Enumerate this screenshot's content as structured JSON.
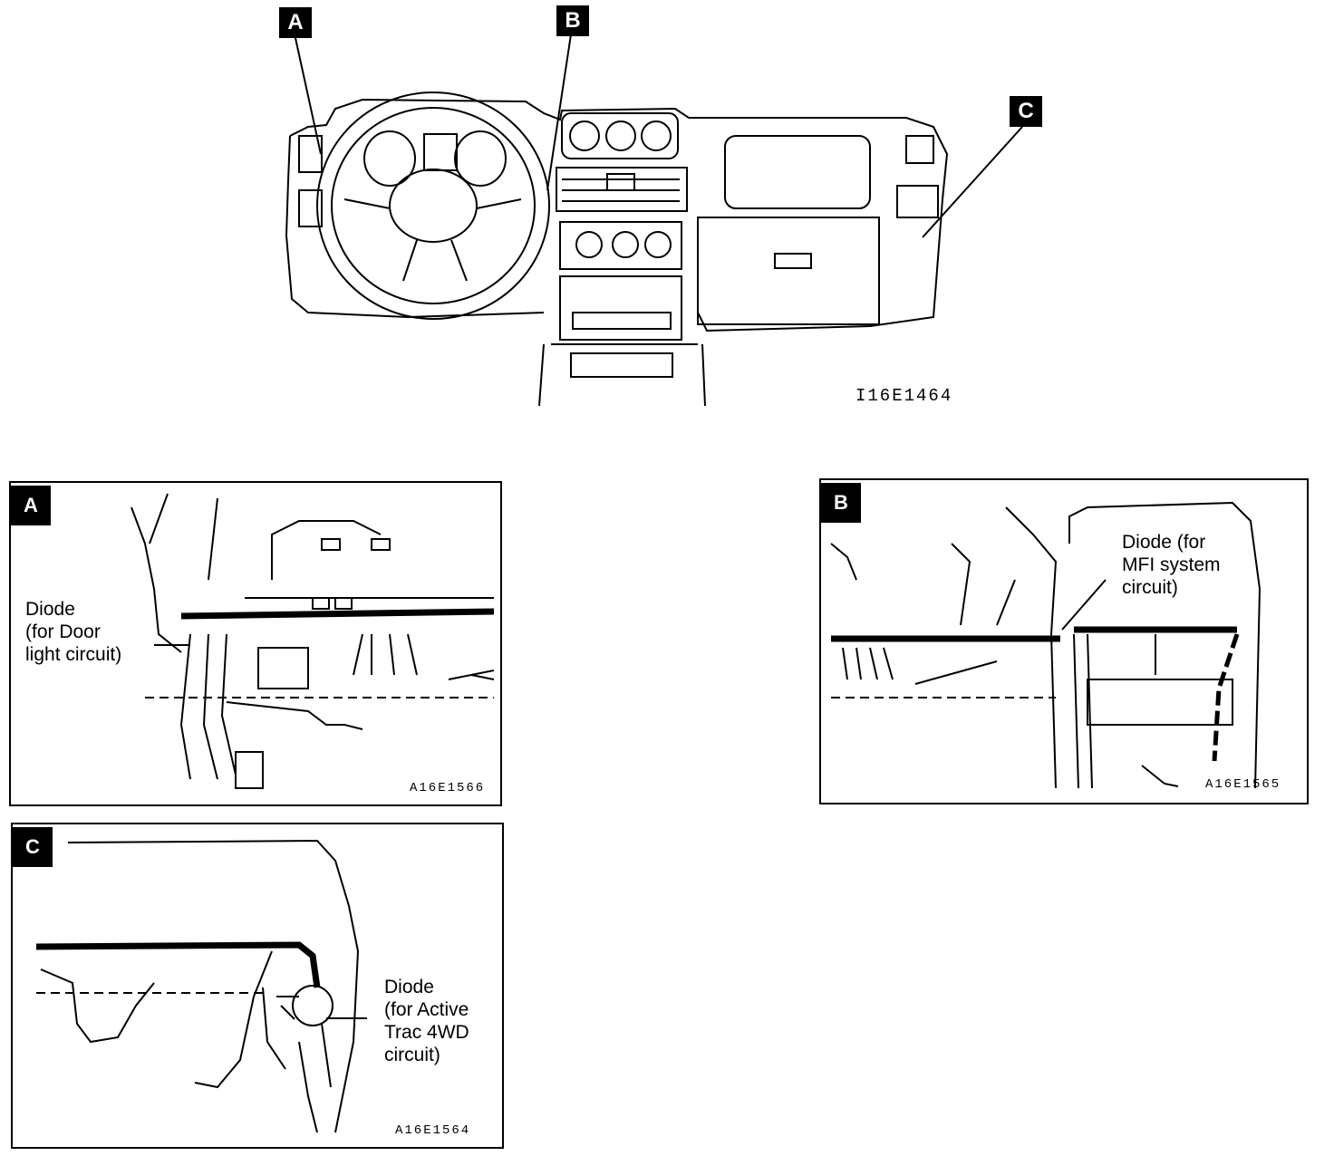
{
  "overview": {
    "labels": {
      "a": "A",
      "b": "B",
      "c": "C"
    },
    "figure_code": "I16E1464"
  },
  "panels": {
    "a": {
      "tag": "A",
      "note": "Diode\n(for Door\nlight circuit)",
      "code": "A16E1566"
    },
    "b": {
      "tag": "B",
      "note": "Diode    (for\nMFI system\ncircuit)",
      "code": "A16E1565"
    },
    "c": {
      "tag": "C",
      "note": "Diode\n(for Active\nTrac 4WD\ncircuit)",
      "code": "A16E1564"
    }
  },
  "colors": {
    "ink": "#000000",
    "paper": "#ffffff"
  }
}
